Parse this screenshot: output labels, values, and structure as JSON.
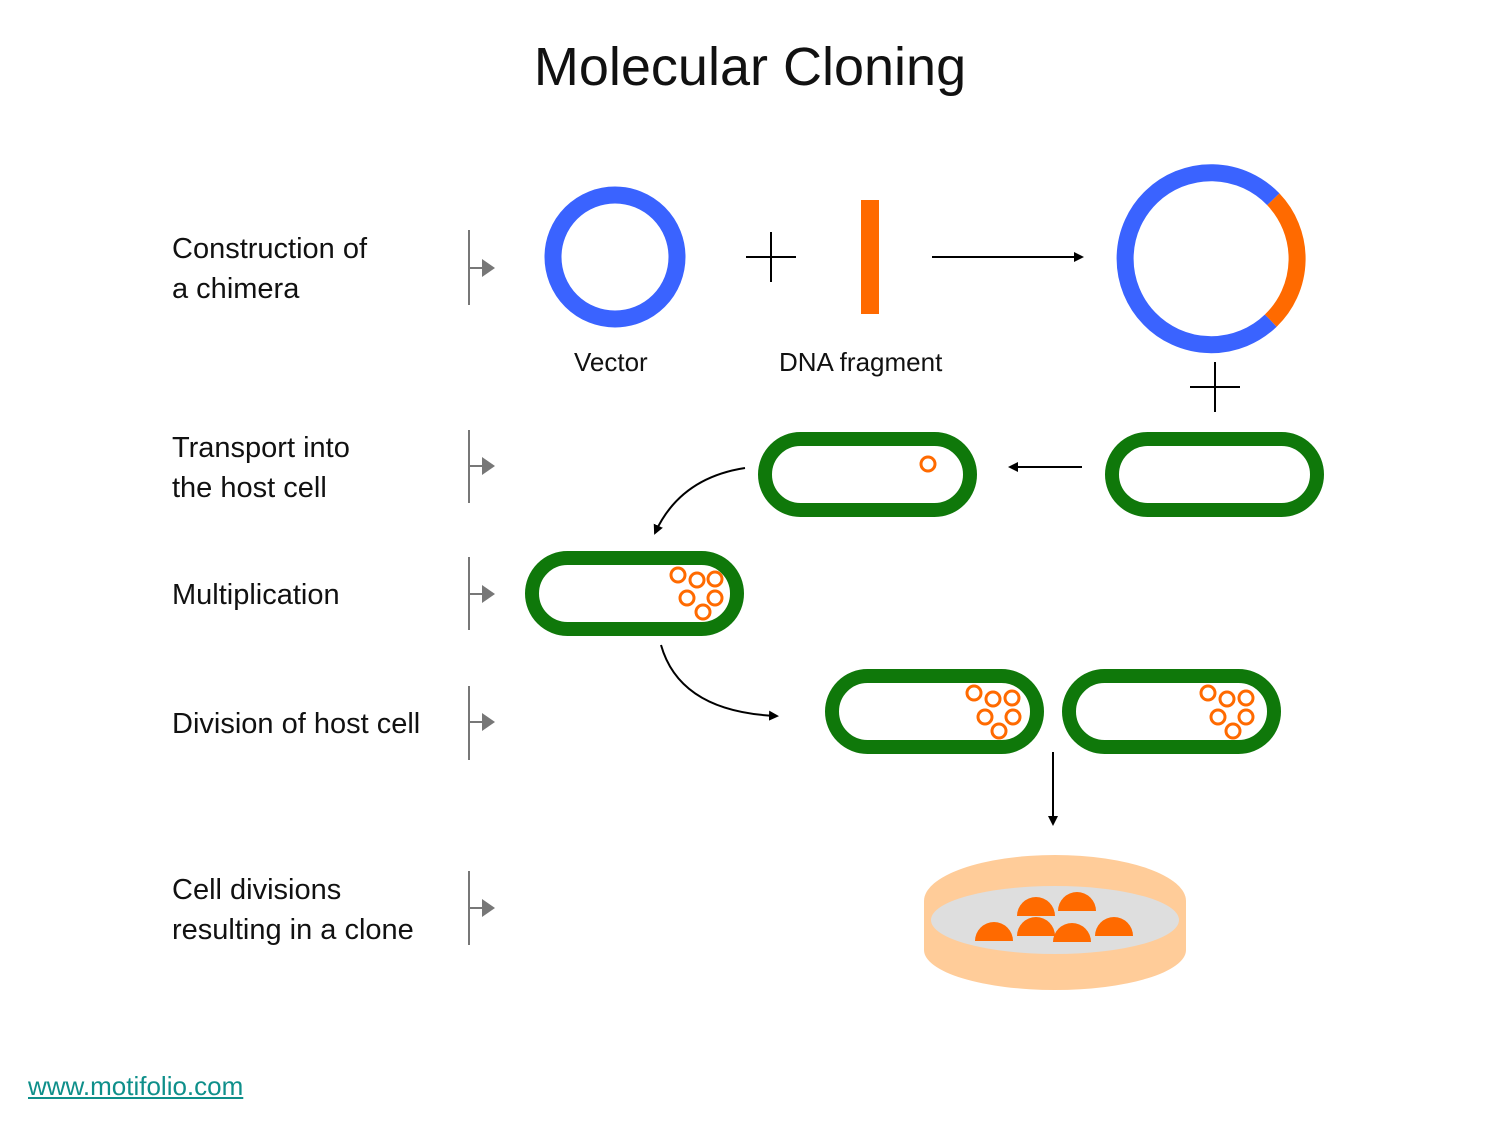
{
  "title": "Molecular Cloning",
  "steps": [
    {
      "label_line1": "Construction of",
      "label_line2": "a chimera"
    },
    {
      "label_line1": "Transport into",
      "label_line2": "the host cell"
    },
    {
      "label_line1": "Multiplication",
      "label_line2": ""
    },
    {
      "label_line1": "Division of host cell",
      "label_line2": ""
    },
    {
      "label_line1": "Cell divisions",
      "label_line2": "resulting in a clone"
    }
  ],
  "captions": {
    "vector": "Vector",
    "dna_fragment": "DNA fragment"
  },
  "footer": {
    "link": "www.motifolio.com"
  },
  "colors": {
    "vector_blue": "#3a63ff",
    "dna_orange": "#ff6a00",
    "cell_green": "#0f780a",
    "dish_peach": "#ffcc99",
    "agar_gray": "#dedede",
    "bracket_gray": "#777777"
  }
}
